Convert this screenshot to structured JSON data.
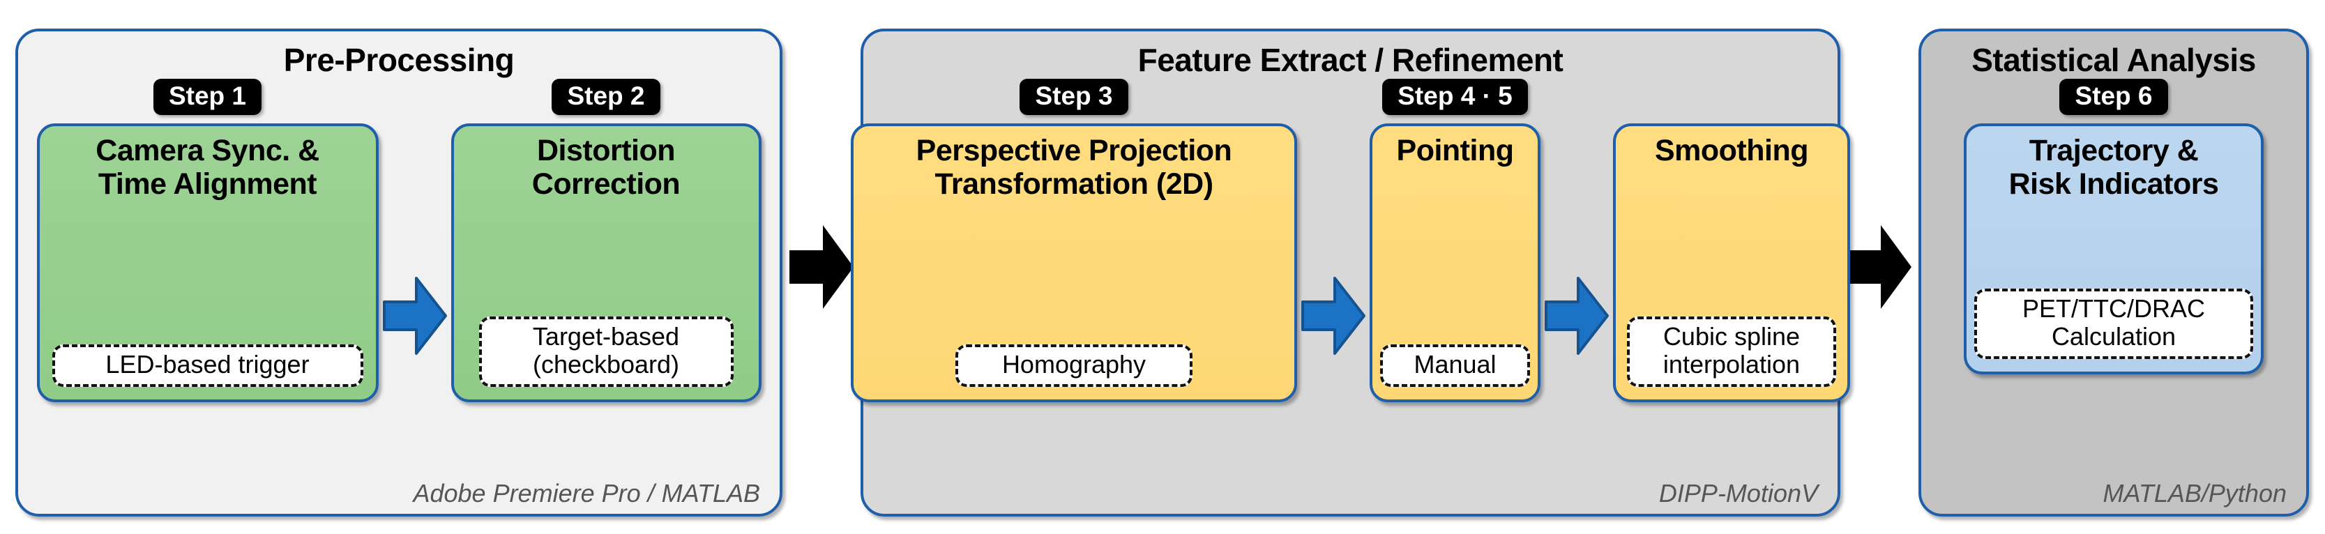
{
  "diagram": {
    "title_semantics": "video-analysis-processing-pipeline",
    "accent_blue": "#1f5fa9",
    "arrow_blue": "#1c72c4",
    "arrow_black": "#000000",
    "badge_bg": "#000000",
    "badge_fg": "#ffffff"
  },
  "panels": [
    {
      "id": "pre-processing",
      "title": "Pre-Processing",
      "fill": "#f1f1f1",
      "footer": "Adobe Premiere Pro / MATLAB",
      "steps": [
        {
          "badge": "Step 1",
          "title": "Camera Sync. &\nTime Alignment",
          "sub": "LED-based trigger",
          "color": "green",
          "color_hex": "#9ed396"
        },
        {
          "badge": "Step 2",
          "title": "Distortion\nCorrection",
          "sub": "Target-based\n(checkboard)",
          "color": "green",
          "color_hex": "#9ed396"
        }
      ]
    },
    {
      "id": "feature-extract-refinement",
      "title": "Feature Extract / Refinement",
      "fill": "#d8d8d8",
      "footer": "DIPP-MotionV",
      "steps": [
        {
          "badge": "Step 3",
          "title": "Perspective Projection\nTransformation (2D)",
          "sub": "Homography",
          "color": "yellow",
          "color_hex": "#ffdd80"
        },
        {
          "badge": "Step 4 · 5",
          "title": "Pointing",
          "sub": "Manual",
          "color": "yellow",
          "color_hex": "#ffdd80"
        },
        {
          "badge": "",
          "title": "Smoothing",
          "sub": "Cubic spline\ninterpolation",
          "color": "yellow",
          "color_hex": "#ffdd80"
        }
      ]
    },
    {
      "id": "statistical-analysis",
      "title": "Statistical Analysis",
      "fill": "#c3c3c3",
      "footer": "MATLAB/Python",
      "steps": [
        {
          "badge": "Step 6",
          "title": "Trajectory &\nRisk Indicators",
          "sub": "PET/TTC/DRAC\nCalculation",
          "color": "blue",
          "color_hex": "#bcd6ef"
        }
      ]
    }
  ]
}
